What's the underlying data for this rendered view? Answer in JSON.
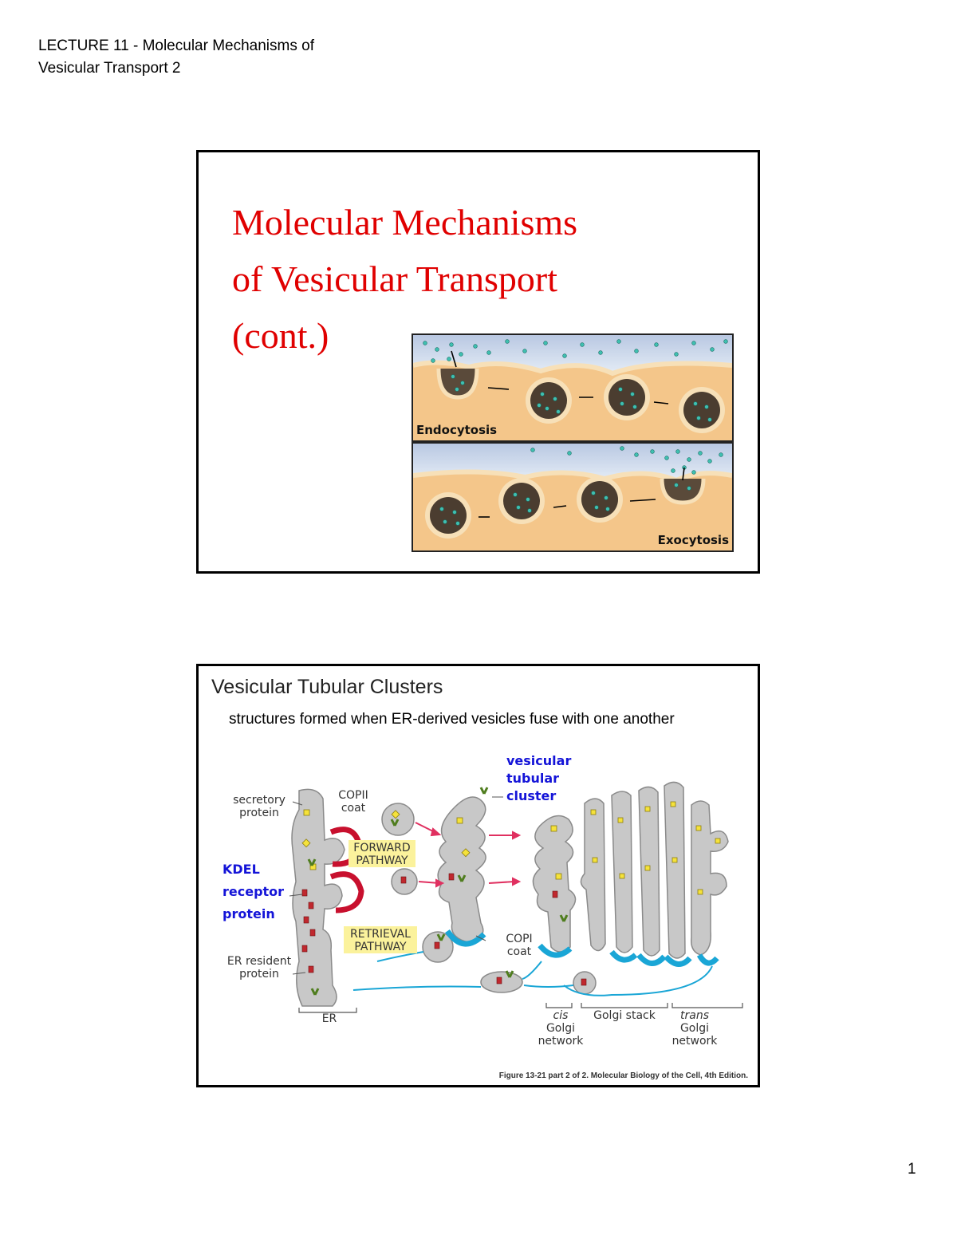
{
  "header": {
    "line1": "LECTURE 11 - Molecular Mechanisms of",
    "line2": "Vesicular Transport 2"
  },
  "slide1": {
    "title_lines": [
      "Molecular Mechanisms",
      "of Vesicular Transport",
      "(cont.)"
    ],
    "endocytosis_label": "Endocytosis",
    "exocytosis_label": "Exocytosis"
  },
  "slide2": {
    "title": "Vesicular Tubular Clusters",
    "subtitle": "structures formed when ER-derived vesicles fuse with one another",
    "labels": {
      "secretory_protein": [
        "secretory",
        "protein"
      ],
      "copii_coat": [
        "COPII",
        "coat"
      ],
      "forward_pathway": [
        "FORWARD",
        "PATHWAY"
      ],
      "kdel": [
        "KDEL",
        "receptor",
        "protein"
      ],
      "retrieval_pathway": [
        "RETRIEVAL",
        "PATHWAY"
      ],
      "er_resident": [
        "ER resident",
        "protein"
      ],
      "er": "ER",
      "vtc": [
        "vesicular",
        "tubular",
        "cluster"
      ],
      "copi_coat": [
        "COPI",
        "coat"
      ],
      "cis": [
        "cis",
        "Golgi",
        "network"
      ],
      "golgi_stack": "Golgi stack",
      "trans": [
        "trans",
        "Golgi",
        "network"
      ]
    },
    "credit": "Figure 13-21 part 2 of 2. Molecular Biology of the Cell, 4th Edition."
  },
  "page_number": "1",
  "colors": {
    "title_red": "#e00000",
    "label_blue": "#1414d8",
    "membrane": "#f2c98c",
    "cargo": "#3fbfb0",
    "golgi_gray": "#c8c8c8",
    "copii_red": "#c8102e",
    "copi_blue": "#1aa6d6"
  }
}
